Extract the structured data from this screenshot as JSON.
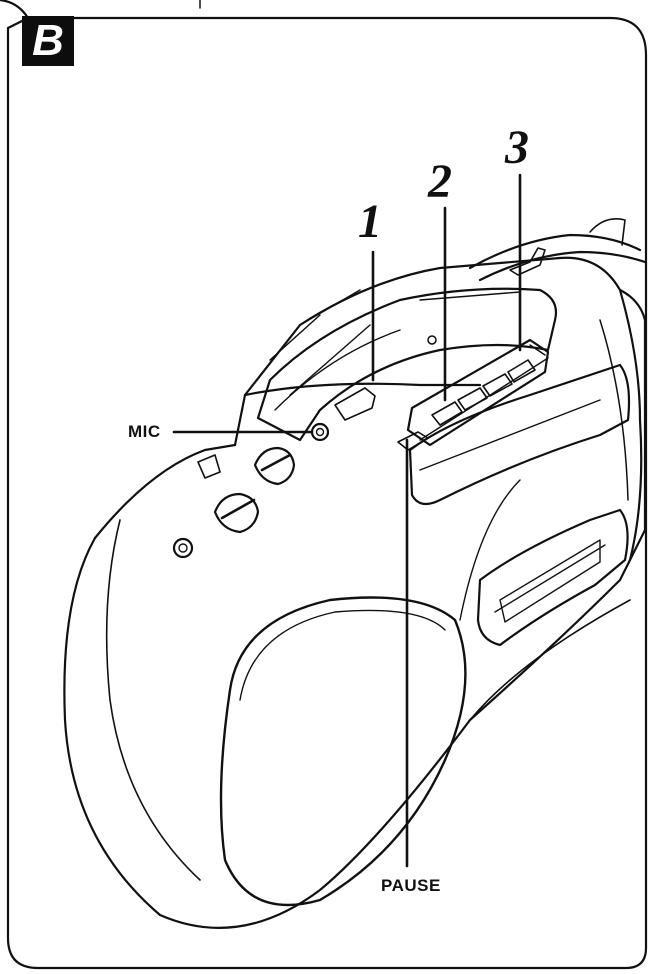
{
  "figure": {
    "section_letter": "B",
    "callouts": [
      {
        "id": "1",
        "text": "1"
      },
      {
        "id": "2",
        "text": "2"
      },
      {
        "id": "3",
        "text": "3"
      }
    ],
    "labels": {
      "mic": "MIC",
      "pause": "PAUSE"
    }
  }
}
